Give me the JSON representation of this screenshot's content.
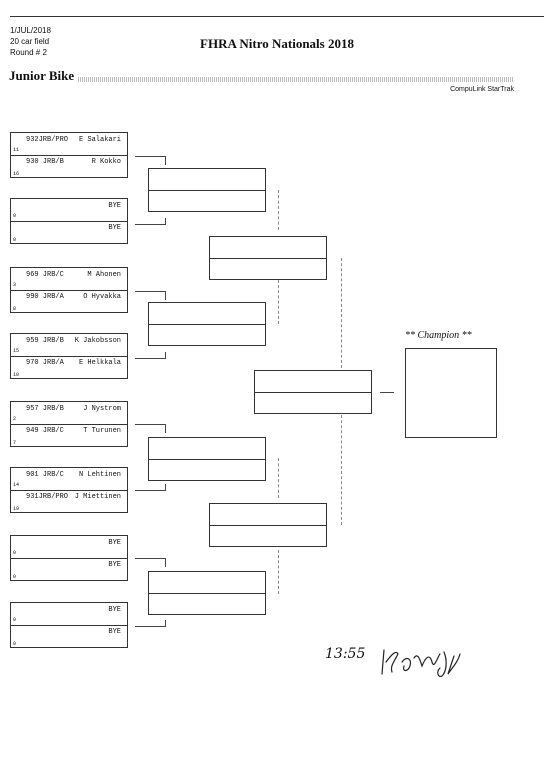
{
  "header": {
    "date": "1/JUL/2018",
    "field": "20 car field",
    "round": "Round # 2",
    "event_title": "FHRA Nitro Nationals 2018",
    "class_name": "Junior Bike",
    "brand": "CompuLink StarTrak"
  },
  "entries": [
    {
      "top": {
        "car": "932JRB/PRO",
        "name": "E Salakari",
        "seed": "11"
      },
      "bottom": {
        "car": "930 JRB/B",
        "name": "R Kokko",
        "seed": "16"
      }
    },
    {
      "top": {
        "car": "",
        "name": "BYE",
        "seed": "0"
      },
      "bottom": {
        "car": "",
        "name": "BYE",
        "seed": "0"
      }
    },
    {
      "top": {
        "car": "969 JRB/C",
        "name": "M Ahonen",
        "seed": "3"
      },
      "bottom": {
        "car": "990 JRB/A",
        "name": "O Hyvakka",
        "seed": "8"
      }
    },
    {
      "top": {
        "car": "959 JRB/B",
        "name": "K Jakobsson",
        "seed": "15"
      },
      "bottom": {
        "car": "970 JRB/A",
        "name": "E Helkkala",
        "seed": "10"
      }
    },
    {
      "top": {
        "car": "957 JRB/B",
        "name": "J Nystrom",
        "seed": "2"
      },
      "bottom": {
        "car": "949 JRB/C",
        "name": "T Turunen",
        "seed": "7"
      }
    },
    {
      "top": {
        "car": "901 JRB/C",
        "name": "N Lehtinen",
        "seed": "14"
      },
      "bottom": {
        "car": "931JRB/PRO",
        "name": "J Miettinen",
        "seed": "19"
      }
    },
    {
      "top": {
        "car": "",
        "name": "BYE",
        "seed": "0"
      },
      "bottom": {
        "car": "",
        "name": "BYE",
        "seed": "0"
      }
    },
    {
      "top": {
        "car": "",
        "name": "BYE",
        "seed": "0"
      },
      "bottom": {
        "car": "",
        "name": "BYE",
        "seed": "0"
      }
    }
  ],
  "champion_label": "** Champion **",
  "signature": {
    "time": "13:55"
  }
}
